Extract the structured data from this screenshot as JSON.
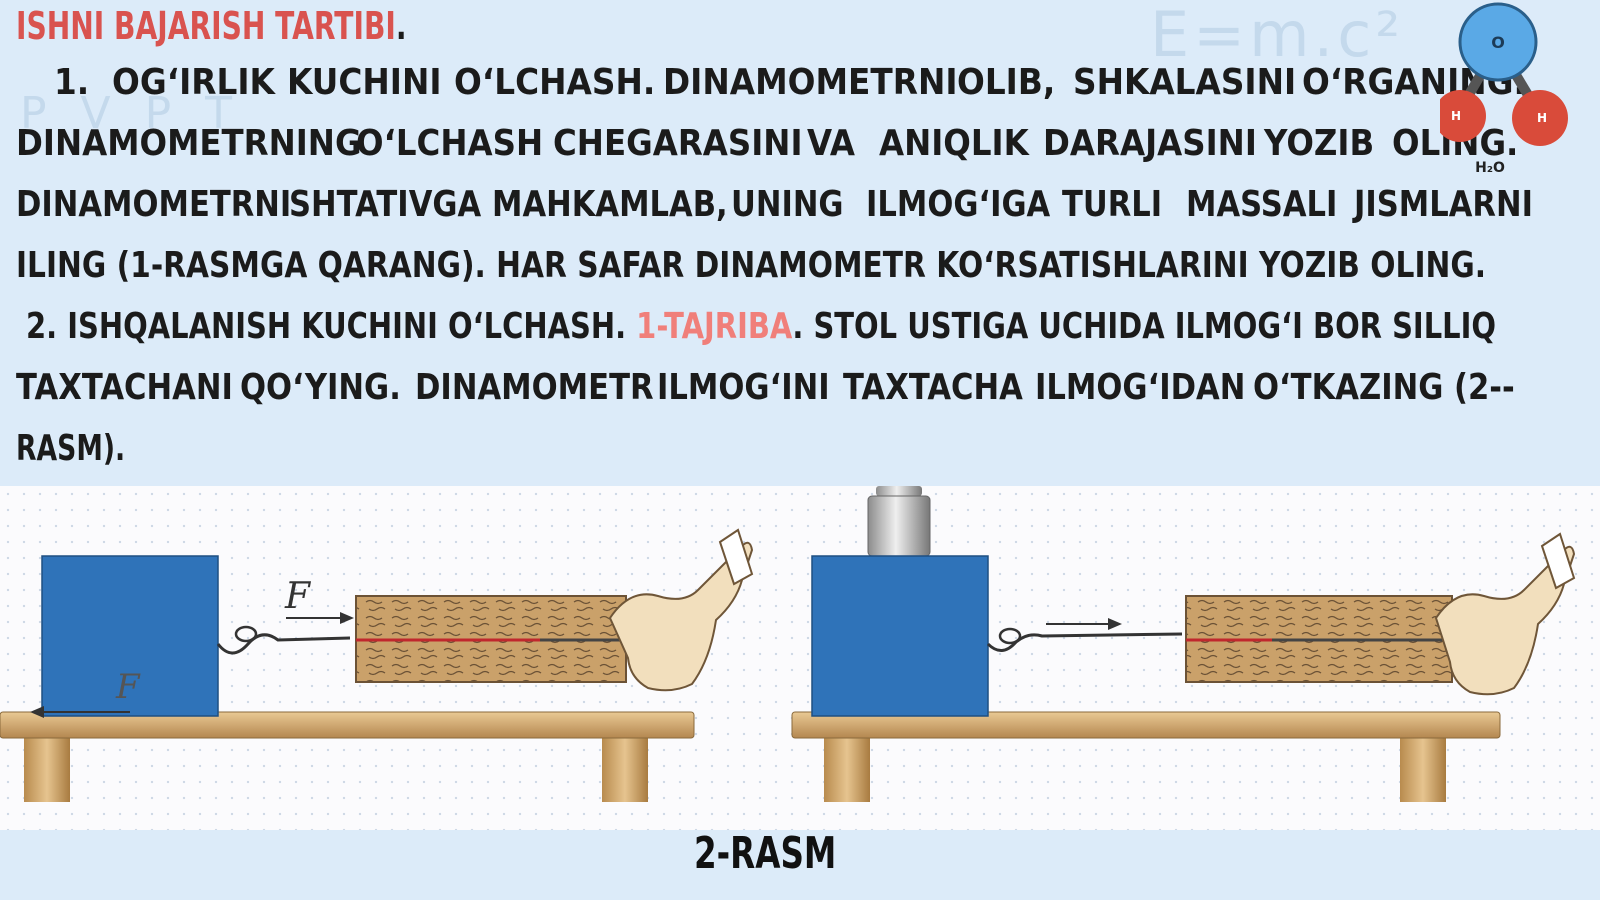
{
  "heading": {
    "title": "ISHNI BAJARISH TARTIBI",
    "period": "."
  },
  "paragraph1": {
    "line1": [
      "1.",
      "OG‘IRLIK",
      "KUCHINI",
      "O‘LCHASH.",
      "DINAMOMETRNI",
      "OLIB,",
      "SHKALASINI",
      "O‘RGANING."
    ],
    "line2": [
      "DINAMOMETRNING",
      "O‘LCHASH",
      "CHEGARASINI",
      "VA",
      "ANIQLIK",
      "DARAJASINI",
      "YOZIB",
      "OLING."
    ],
    "line3": [
      "DINAMOMETRNI",
      "SHTATIVGA",
      "MAHKAMLAB,",
      "UNING",
      "ILMOG‘IGA",
      "TURLI",
      "MASSALI",
      "JISMLARNI"
    ],
    "line4": "ILING (1-RASMGA QARANG). HAR SAFAR DINAMOMETR KO‘RSATISHLARINI YOZIB OLING."
  },
  "paragraph2": {
    "line1_start": "2. ISHQALANISH KUCHINI O‘LCHASH.",
    "line1_accent": "1-TAJRIBA",
    "line1_end": ". STOL USTIGA UCHIDA ILMOG‘I BOR SILLIQ",
    "line2": [
      "TAXTACHANI",
      "QO‘YING.",
      "DINAMOMETR",
      "ILMOG‘INI",
      "TAXTACHA",
      "ILMOG‘IDAN",
      "O‘TKAZING",
      "(2--"
    ],
    "line3": "RASM)."
  },
  "decor": {
    "formula": "E=m.c²",
    "letters": "P V P T",
    "atom_o": "O",
    "atom_h1": "H",
    "atom_h2": "H",
    "water_formula": "H₂O"
  },
  "figure": {
    "force_label_top": "F",
    "force_label_bottom": "F"
  },
  "caption": "2-RASM",
  "colors": {
    "background": "#dcebf9",
    "heading_red": "#d9534f",
    "accent_red": "#f07f7a",
    "block_blue": "#2f73b9",
    "wood": "#caa16a",
    "atom_o": "#5aa9e6",
    "atom_h": "#d94b3a"
  }
}
